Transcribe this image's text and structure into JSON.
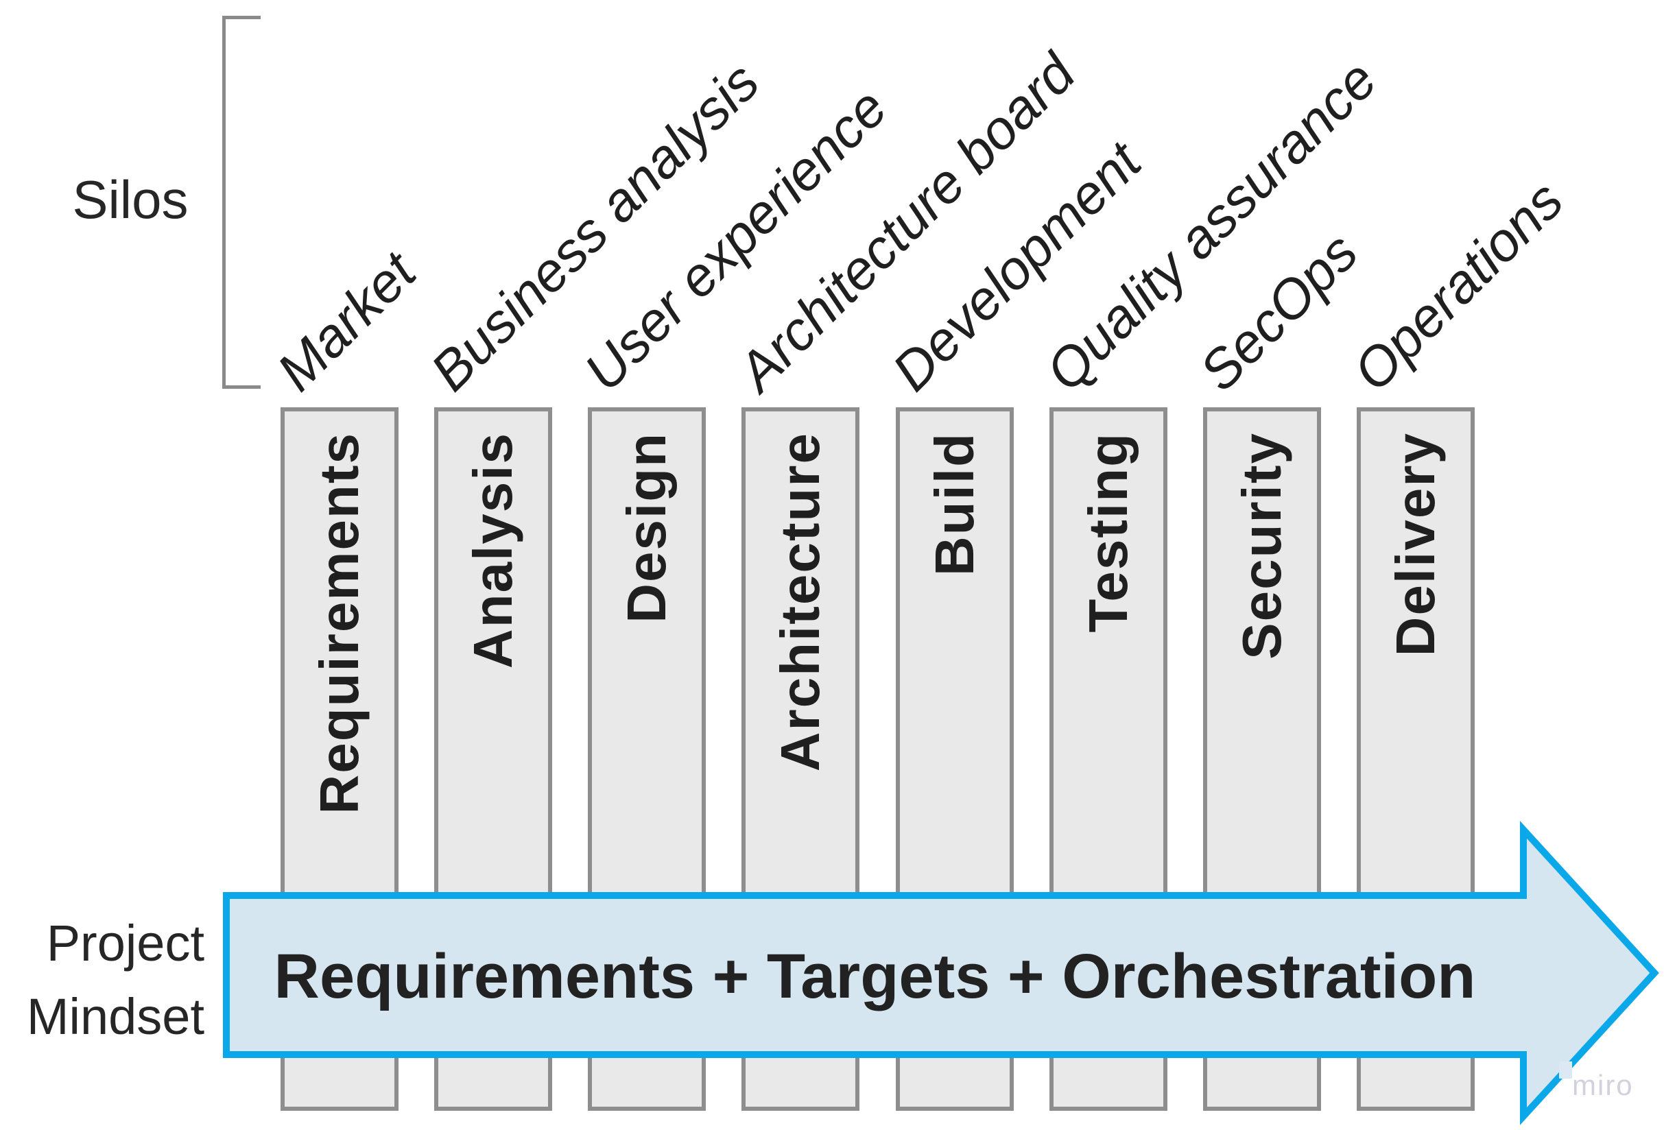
{
  "labels": {
    "silos_group": "Silos",
    "mindset_line1": "Project",
    "mindset_line2": "Mindset"
  },
  "silos": [
    {
      "department": "Market",
      "phase": "Requirements"
    },
    {
      "department": "Business analysis",
      "phase": "Analysis"
    },
    {
      "department": "User experience",
      "phase": "Design"
    },
    {
      "department": "Architecture board",
      "phase": "Architecture"
    },
    {
      "department": "Development",
      "phase": "Build"
    },
    {
      "department": "Quality assurance",
      "phase": "Testing"
    },
    {
      "department": "SecOps",
      "phase": "Security"
    },
    {
      "department": "Operations",
      "phase": "Delivery"
    }
  ],
  "arrow": {
    "label": "Requirements + Targets + Orchestration"
  },
  "watermark": "miro",
  "colors": {
    "ink": "#1f1f1f",
    "column_fill": "#e9e9e9",
    "column_border": "#8e8e8e",
    "bracket": "#8a8a8a",
    "arrow_fill": "#d6e6f1",
    "arrow_stroke": "#0aa8e9",
    "watermark": "#d2d2dd"
  }
}
